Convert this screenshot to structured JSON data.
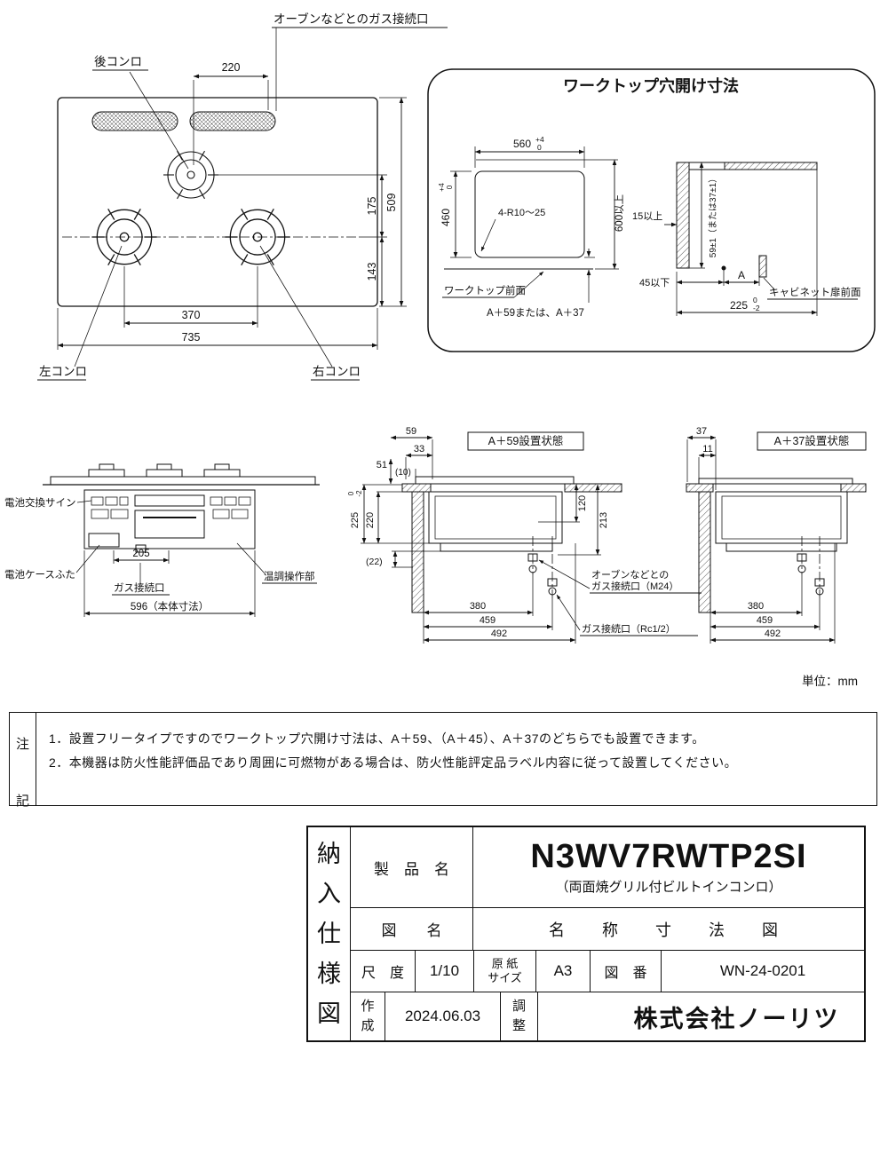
{
  "page": {
    "unit_label": "単位：mm"
  },
  "top_view": {
    "label_oven_gas": "オーブンなどとのガス接続口",
    "label_rear_burner": "後コンロ",
    "label_left_burner": "左コンロ",
    "label_right_burner": "右コンロ",
    "dim_220": "220",
    "dim_175": "175",
    "dim_143": "143",
    "dim_509": "509",
    "dim_370": "370",
    "dim_735": "735"
  },
  "worktop": {
    "title": "ワークトップ穴開け寸法",
    "dim_560": "560",
    "dim_560_tol_up": "+4",
    "dim_560_tol_dn": "0",
    "dim_460": "460",
    "dim_460_tol_up": "+4",
    "dim_460_tol_dn": "0",
    "label_corner_r": "4-R10～25",
    "dim_600": "600以上",
    "label_front_edge": "ワークトップ前面",
    "label_a_note": "A＋59または、A＋37",
    "dim_15": "15以上",
    "dim_59": "59±1（または37±1）",
    "dim_45": "45以下",
    "dim_a": "A",
    "dim_225": "225",
    "dim_225_tol_up": "0",
    "dim_225_tol_dn": "-2",
    "label_cabinet": "キャビネット扉前面"
  },
  "front_view": {
    "label_battery_sign": "電池交換サイン",
    "label_battery_cover": "電池ケースふた",
    "label_gas_inlet": "ガス接続口",
    "label_temp_control": "温調操作部",
    "dim_205": "205",
    "dim_596": "596（本体寸法）"
  },
  "a59": {
    "title": "A＋59設置状態",
    "dim_59": "59",
    "dim_33": "33",
    "dim_51": "51",
    "dim_10": "(10)",
    "dim_225": "225",
    "dim_225_tol_up": "0",
    "dim_225_tol_dn": "-2",
    "dim_220": "220",
    "dim_22": "(22)",
    "dim_120": "120",
    "dim_213": "213",
    "dim_380": "380",
    "dim_459": "459",
    "dim_492": "492",
    "label_oven_gas_line1": "オーブンなどとの",
    "label_oven_gas_line2": "ガス接続口（M24）",
    "label_gas_rc": "ガス接続口（Rc1/2）"
  },
  "a37": {
    "title": "A＋37設置状態",
    "dim_37": "37",
    "dim_11": "11",
    "dim_380": "380",
    "dim_459": "459",
    "dim_492": "492"
  },
  "notes": {
    "header": "注記",
    "line1": "1．設置フリータイプですのでワークトップ穴開け寸法は、A＋59、（A＋45）、A＋37のどちらでも設置できます。",
    "line2": "2．本機器は防火性能評価品であり周囲に可燃物がある場合は、防火性能評定品ラベル内容に従って設置してください。"
  },
  "title_block": {
    "doc_type": "納入仕様図",
    "product_label": "製　品　名",
    "product_name": "N3WV7RWTP2SI",
    "product_subtitle": "（両面焼グリル付ビルトインコンロ）",
    "drawing_label": "図　　名",
    "drawing_name": "名　称　寸　法　図",
    "scale_label": "尺　度",
    "scale_value": "1/10",
    "paper_label_1": "原 紙",
    "paper_label_2": "サイズ",
    "paper_value": "A3",
    "dwg_no_label": "図　番",
    "dwg_no_value": "WN-24-0201",
    "created_label": "作成",
    "created_value": "2024.06.03",
    "adjust_label": "調整",
    "company": "株式会社ノーリツ"
  }
}
